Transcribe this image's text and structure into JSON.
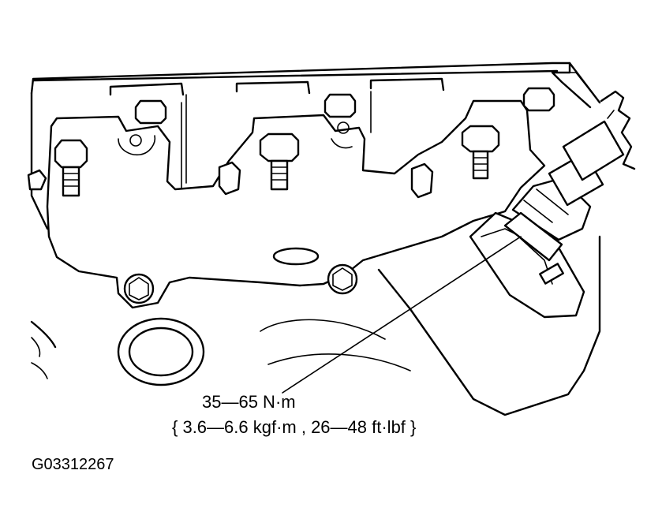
{
  "annotation": {
    "torque_nm": "35—65 N·m",
    "torque_alt": "{ 3.6—6.6 kgf·m , 26—48 ft·lbf }"
  },
  "figure_code": "G03312267",
  "colors": {
    "line": "#000000",
    "background": "#ffffff"
  }
}
